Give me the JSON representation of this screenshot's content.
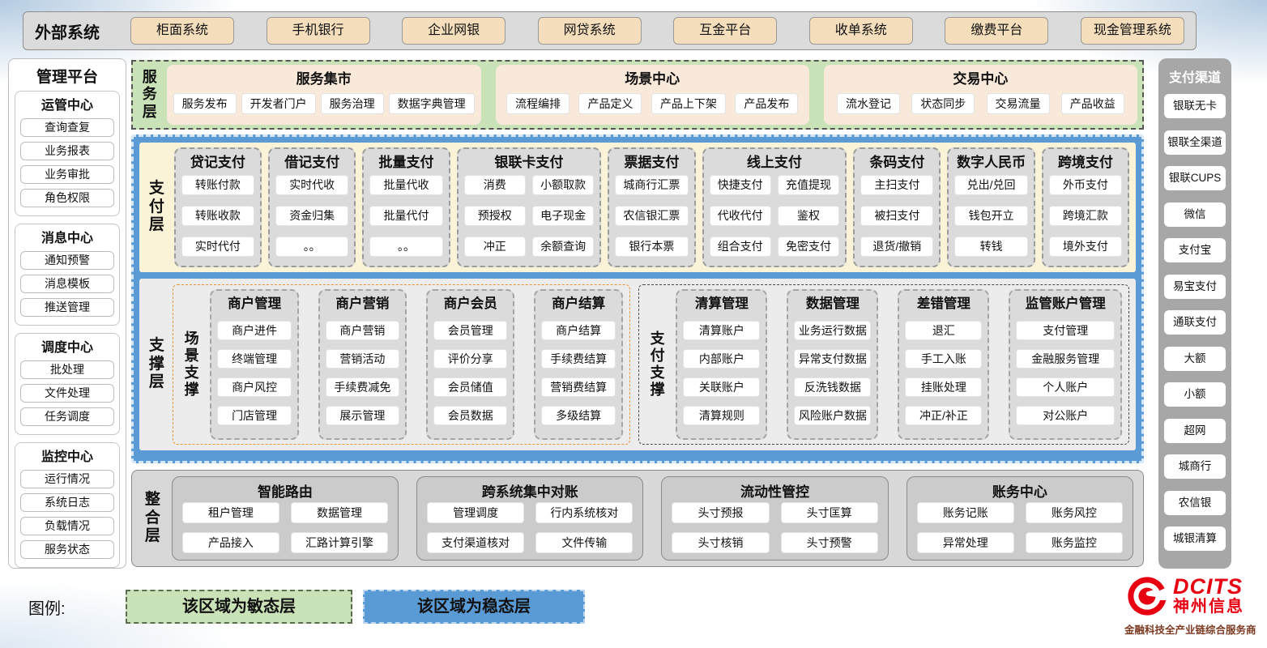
{
  "colors": {
    "agile_green": "#C9E2B8",
    "stable_blue": "#5B9BD5",
    "service_cream": "#F8E9DA",
    "payment_yellow": "#FBF3D8",
    "tan_button": "#F4DEBC",
    "brand_red": "#E60012"
  },
  "external_systems": {
    "label": "外部系统",
    "items": [
      "柜面系统",
      "手机银行",
      "企业网银",
      "网贷系统",
      "互金平台",
      "收单系统",
      "缴费平台",
      "现金管理系统"
    ]
  },
  "management_platform": {
    "title": "管理平台",
    "groups": [
      {
        "title": "运管中心",
        "items": [
          "查询查复",
          "业务报表",
          "业务审批",
          "角色权限"
        ]
      },
      {
        "title": "消息中心",
        "items": [
          "通知预警",
          "消息模板",
          "推送管理"
        ]
      },
      {
        "title": "调度中心",
        "items": [
          "批处理",
          "文件处理",
          "任务调度"
        ]
      },
      {
        "title": "监控中心",
        "items": [
          "运行情况",
          "系统日志",
          "负载情况",
          "服务状态"
        ]
      }
    ]
  },
  "service_layer": {
    "label": "服务层",
    "groups": [
      {
        "title": "服务集市",
        "items": [
          "服务发布",
          "开发者门户",
          "服务治理",
          "数据字典管理"
        ]
      },
      {
        "title": "场景中心",
        "items": [
          "流程编排",
          "产品定义",
          "产品上下架",
          "产品发布"
        ]
      },
      {
        "title": "交易中心",
        "items": [
          "流水登记",
          "状态同步",
          "交易流量",
          "产品收益"
        ]
      }
    ]
  },
  "payment_layer": {
    "label": "支付层",
    "groups": [
      {
        "title": "贷记支付",
        "cols": 1,
        "items": [
          "转账付款",
          "转账收款",
          "实时代付"
        ]
      },
      {
        "title": "借记支付",
        "cols": 1,
        "items": [
          "实时代收",
          "资金归集",
          "。。"
        ]
      },
      {
        "title": "批量支付",
        "cols": 1,
        "items": [
          "批量代收",
          "批量代付",
          "。。"
        ]
      },
      {
        "title": "银联卡支付",
        "cols": 2,
        "items": [
          "消费",
          "小额取款",
          "预授权",
          "电子现金",
          "冲正",
          "余额查询"
        ]
      },
      {
        "title": "票据支付",
        "cols": 1,
        "items": [
          "城商行汇票",
          "农信银汇票",
          "银行本票"
        ]
      },
      {
        "title": "线上支付",
        "cols": 2,
        "items": [
          "快捷支付",
          "充值提现",
          "代收代付",
          "鉴权",
          "组合支付",
          "免密支付"
        ]
      },
      {
        "title": "条码支付",
        "cols": 1,
        "items": [
          "主扫支付",
          "被扫支付",
          "退货/撤销"
        ]
      },
      {
        "title": "数字人民币",
        "cols": 1,
        "items": [
          "兑出/兑回",
          "钱包开立",
          "转钱"
        ]
      },
      {
        "title": "跨境支付",
        "cols": 1,
        "items": [
          "外币支付",
          "跨境汇款",
          "境外支付"
        ]
      }
    ]
  },
  "support_layer": {
    "label": "支撑层",
    "sections": [
      {
        "label": "场景支撑",
        "theme": "orange",
        "groups": [
          {
            "title": "商户管理",
            "items": [
              "商户进件",
              "终端管理",
              "商户风控",
              "门店管理"
            ]
          },
          {
            "title": "商户营销",
            "items": [
              "商户营销",
              "营销活动",
              "手续费减免",
              "展示管理"
            ]
          },
          {
            "title": "商户会员",
            "items": [
              "会员管理",
              "评价分享",
              "会员储值",
              "会员数据"
            ]
          },
          {
            "title": "商户结算",
            "items": [
              "商户结算",
              "手续费结算",
              "营销费结算",
              "多级结算"
            ]
          }
        ]
      },
      {
        "label": "支付支撑",
        "theme": "dark",
        "groups": [
          {
            "title": "清算管理",
            "items": [
              "清算账户",
              "内部账户",
              "关联账户",
              "清算规则"
            ]
          },
          {
            "title": "数据管理",
            "items": [
              "业务运行数据",
              "异常支付数据",
              "反洗钱数据",
              "风险账户数据"
            ]
          },
          {
            "title": "差错管理",
            "items": [
              "退汇",
              "手工入账",
              "挂账处理",
              "冲正/补正"
            ]
          },
          {
            "title": "监管账户管理",
            "items": [
              "支付管理",
              "金融服务管理",
              "个人账户",
              "对公账户"
            ]
          }
        ]
      }
    ]
  },
  "integration_layer": {
    "label": "整合层",
    "groups": [
      {
        "title": "智能路由",
        "items": [
          "租户管理",
          "数据管理",
          "产品接入",
          "汇路计算引擎"
        ]
      },
      {
        "title": "跨系统集中对账",
        "items": [
          "管理调度",
          "行内系统核对",
          "支付渠道核对",
          "文件传输"
        ]
      },
      {
        "title": "流动性管控",
        "items": [
          "头寸预报",
          "头寸匡算",
          "头寸核销",
          "头寸预警"
        ]
      },
      {
        "title": "账务中心",
        "items": [
          "账务记账",
          "账务风控",
          "异常处理",
          "账务监控"
        ]
      }
    ]
  },
  "payment_channels": {
    "title": "支付渠道",
    "items": [
      "银联无卡",
      "银联全渠道",
      "银联CUPS",
      "微信",
      "支付宝",
      "易宝支付",
      "通联支付",
      "大额",
      "小额",
      "超网",
      "城商行",
      "农信银",
      "城银清算"
    ]
  },
  "legend": {
    "label": "图例:",
    "agile": "该区域为敏态层",
    "stable": "该区域为稳态层"
  },
  "logo": {
    "brand": "DCITS",
    "company": "神州信息",
    "tagline": "金融科技全产业链综合服务商"
  }
}
